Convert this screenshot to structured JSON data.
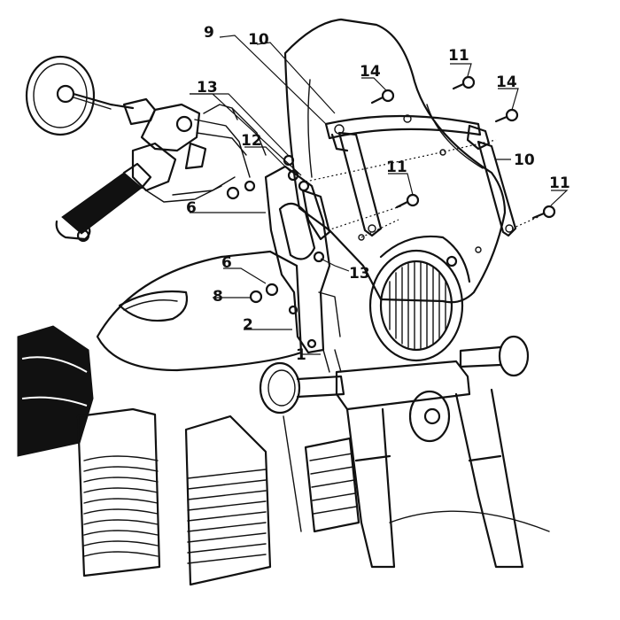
{
  "callouts": [
    {
      "id": "9",
      "text": "9"
    },
    {
      "id": "10a",
      "text": "10"
    },
    {
      "id": "11a",
      "text": "11"
    },
    {
      "id": "14a",
      "text": "14"
    },
    {
      "id": "14b",
      "text": "14"
    },
    {
      "id": "13a",
      "text": "13"
    },
    {
      "id": "12",
      "text": "12"
    },
    {
      "id": "10b",
      "text": "10"
    },
    {
      "id": "11b",
      "text": "11"
    },
    {
      "id": "11c",
      "text": "11"
    },
    {
      "id": "6a",
      "text": "6"
    },
    {
      "id": "6b",
      "text": "6"
    },
    {
      "id": "13b",
      "text": "13"
    },
    {
      "id": "8",
      "text": "8"
    },
    {
      "id": "2",
      "text": "2"
    },
    {
      "id": "1",
      "text": "1"
    }
  ],
  "parts": [
    "windshield-icon",
    "mirror-icon",
    "handlebar-grip-icon",
    "headlight-icon",
    "turn-signal-icon",
    "fuel-tank-icon",
    "mounting-bracket-icon",
    "bolt-icon",
    "cylinder-fins-icon",
    "radiator-icon",
    "fork-icon"
  ]
}
